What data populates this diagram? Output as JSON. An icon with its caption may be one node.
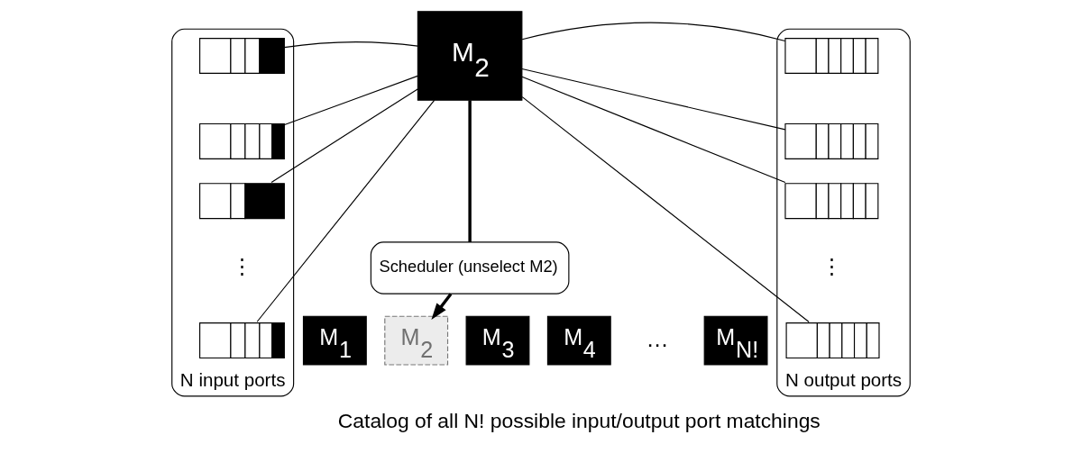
{
  "diagram": {
    "nodes": [
      {
        "text": [
          "N input ports"
        ]
      },
      {
        "text": [],
        "shape": "box",
        "in": 0
      },
      {
        "text": [],
        "shape": "box",
        "in": 0
      },
      {
        "text": [],
        "shape": "box",
        "in": 0
      },
      {
        "text": [],
        "shape": "box",
        "in": 0
      },
      {
        "text": [
          "N output ports"
        ]
      },
      {
        "text": [],
        "shape": "box",
        "in": 5
      },
      {
        "text": [],
        "shape": "box",
        "in": 5
      },
      {
        "text": [],
        "shape": "box",
        "in": 5
      },
      {
        "text": [],
        "shape": "box",
        "in": 5
      },
      {
        "text": [
          "M$_{2}$"
        ]
      },
      {
        "text": [
          "Scheduler (unselect M2)"
        ]
      },
      {
        "text": [
          "M$_{1}$"
        ]
      },
      {
        "text": [
          "M$_{2}$"
        ]
      },
      {
        "text": [
          "M$_{3}$"
        ]
      },
      {
        "text": [
          "M$_{4}$"
        ]
      },
      {
        "text": [
          "M$_{N!}$"
        ]
      }
    ],
    "edges": [
      {
        "from": 1,
        "to": 10,
        "arrow": "none"
      },
      {
        "from": 2,
        "to": 10,
        "arrow": "none"
      },
      {
        "from": 3,
        "to": 10,
        "arrow": "none"
      },
      {
        "from": 4,
        "to": 10,
        "arrow": "none"
      },
      {
        "from": 10,
        "to": 6,
        "arrow": "none"
      },
      {
        "from": 10,
        "to": 7,
        "arrow": "none"
      },
      {
        "from": 10,
        "to": 8,
        "arrow": "none"
      },
      {
        "from": 10,
        "to": 9,
        "arrow": "none"
      },
      {
        "from": 10,
        "to": 11,
        "arrow": "none",
        "style": "thick"
      },
      {
        "from": 11,
        "to": 13,
        "arrow": "to",
        "style": "thick"
      }
    ],
    "labels": [
      "⋮",
      "⋮",
      "…",
      "Catalog of all N! possible input/output port matchings"
    ]
  }
}
